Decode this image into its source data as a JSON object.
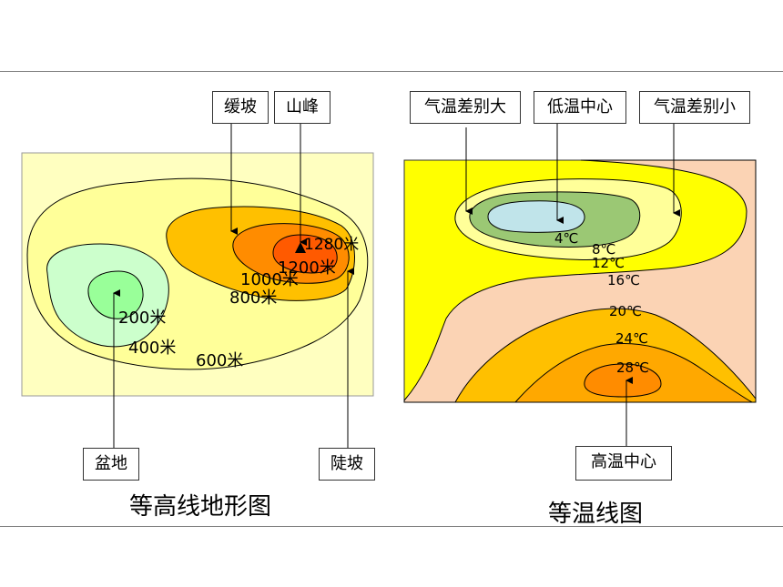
{
  "contour_map": {
    "title": "等高线地形图",
    "callouts": {
      "gentle_slope": "缓坡",
      "peak": "山峰",
      "basin": "盆地",
      "steep_slope": "陡坡"
    },
    "elevations": [
      "1280米",
      "1200米",
      "1000米",
      "800米",
      "200米",
      "400米",
      "600米"
    ]
  },
  "isotherm_map": {
    "title": "等温线图",
    "callouts": {
      "large_difference": "气温差别大",
      "low_center": "低温中心",
      "small_difference": "气温差别小",
      "high_center": "高温中心"
    },
    "temperatures": [
      "4℃",
      "8℃",
      "12℃",
      "16℃",
      "20℃",
      "24℃",
      "28℃"
    ]
  },
  "colors": {
    "pale_yellow": "#ffffc0",
    "orange": "#ffc000",
    "dark_orange": "#ff8c00",
    "red_orange": "#ff5a00",
    "light_green": "#ccffcc",
    "green": "#99ff99",
    "yellow": "#ffff00",
    "peach": "#fbd3b4",
    "olive_green": "#9bc874",
    "light_blue": "#c0e4ea"
  }
}
